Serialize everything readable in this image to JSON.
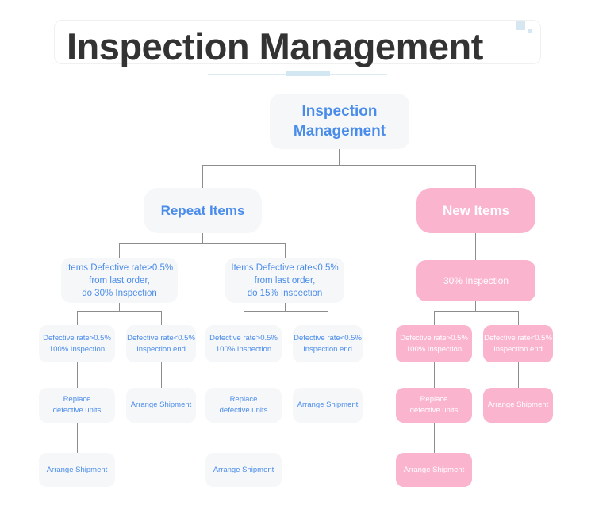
{
  "header": {
    "title": "Inspection Management",
    "decor_color": "#d6e7f2",
    "divider_color": "#dcebf4"
  },
  "theme": {
    "gray_node_bg": "#f6f7f8",
    "gray_node_text": "#4a8cea",
    "pink_node_bg": "#fab4ce",
    "pink_node_text": "#ffffff",
    "connector_color": "#8d8d8d",
    "page_bg": "#ffffff"
  },
  "diagram": {
    "type": "tree-flowchart",
    "root": {
      "label": "Inspection\nManagement",
      "style": "gray"
    },
    "branches": [
      {
        "label": "Repeat Items",
        "style": "gray"
      },
      {
        "label": "New Items",
        "style": "pink"
      }
    ],
    "level3": [
      {
        "label": "Items Defective rate>0.5%\nfrom last order,\ndo 30% Inspection",
        "style": "gray"
      },
      {
        "label": "Items Defective rate<0.5%\nfrom last order,\ndo 15% Inspection",
        "style": "gray"
      },
      {
        "label": "30% Inspection",
        "style": "pink"
      }
    ],
    "level4": [
      {
        "label": "Defective rate>0.5%\n100% Inspection",
        "style": "gray"
      },
      {
        "label": "Defective rate<0.5%\nInspection end",
        "style": "gray"
      },
      {
        "label": "Defective rate>0.5%\n100% Inspection",
        "style": "gray"
      },
      {
        "label": "Defective rate<0.5%\nInspection end",
        "style": "gray"
      },
      {
        "label": "Defective rate>0.5%\n100% Inspection",
        "style": "pink"
      },
      {
        "label": "Defective rate<0.5%\nInspection end",
        "style": "pink"
      }
    ],
    "level5": [
      {
        "label": "Replace\ndefective units",
        "style": "gray"
      },
      {
        "label": "Arrange Shipment",
        "style": "gray"
      },
      {
        "label": "Replace\ndefective units",
        "style": "gray"
      },
      {
        "label": "Arrange Shipment",
        "style": "gray"
      },
      {
        "label": "Replace\ndefective units",
        "style": "pink"
      },
      {
        "label": "Arrange Shipment",
        "style": "pink"
      }
    ],
    "level6": [
      {
        "label": "Arrange Shipment",
        "style": "gray"
      },
      {
        "label": "Arrange Shipment",
        "style": "gray"
      },
      {
        "label": "Arrange Shipment",
        "style": "pink"
      }
    ]
  }
}
